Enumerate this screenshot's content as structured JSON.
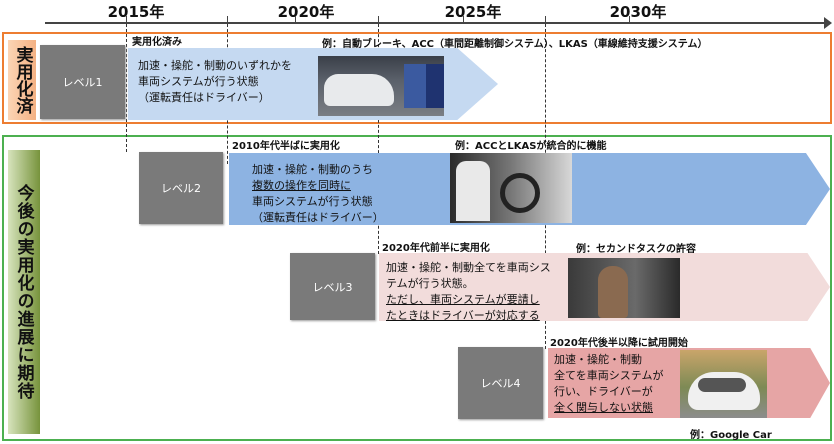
{
  "timeline": {
    "years": [
      "2015年",
      "2020年",
      "2025年",
      "2030年"
    ]
  },
  "sections": {
    "done": {
      "tag": "実用化済",
      "color": "#f4b183",
      "border": "#ed7d31"
    },
    "future": {
      "tag": "今後の実用化の進展に期待",
      "color": "#70ad47",
      "border": "#4cb050"
    }
  },
  "levels": [
    {
      "name": "レベル1",
      "status": "実用化済み",
      "example": "例：自動ブレーキ、ACC（車間距離制御システム）、LKAS（車線維持支援システム）",
      "desc": [
        "加速・操舵・制動のいずれかを",
        "車両システムが行う状態",
        "（運転責任はドライバー）"
      ],
      "color": "#c5d9f1"
    },
    {
      "name": "レベル2",
      "status": "2010年代半ばに実用化",
      "example": "例：ACCとLKASが統合的に機能",
      "desc": [
        "加速・操舵・制動のうち",
        "複数の操作を同時に",
        "車両システムが行う状態",
        "（運転責任はドライバー）"
      ],
      "color": "#8db3e2"
    },
    {
      "name": "レベル3",
      "status": "2020年代前半に実用化",
      "example": "例：セカンドタスクの許容",
      "desc": [
        "加速・操舵・制動全てを車両シス",
        "テムが行う状態。",
        "ただし、車両システムが要請し",
        "たときはドライバーが対応する"
      ],
      "color": "#f2dcdb"
    },
    {
      "name": "レベル4",
      "status": "2020年代後半以降に試用開始",
      "example": "例：Google Car",
      "desc": [
        "加速・操舵・制動",
        "全てを車両システムが",
        "行い、ドライバーが",
        "全く関与しない状態"
      ],
      "color": "#e6a5a5"
    }
  ]
}
